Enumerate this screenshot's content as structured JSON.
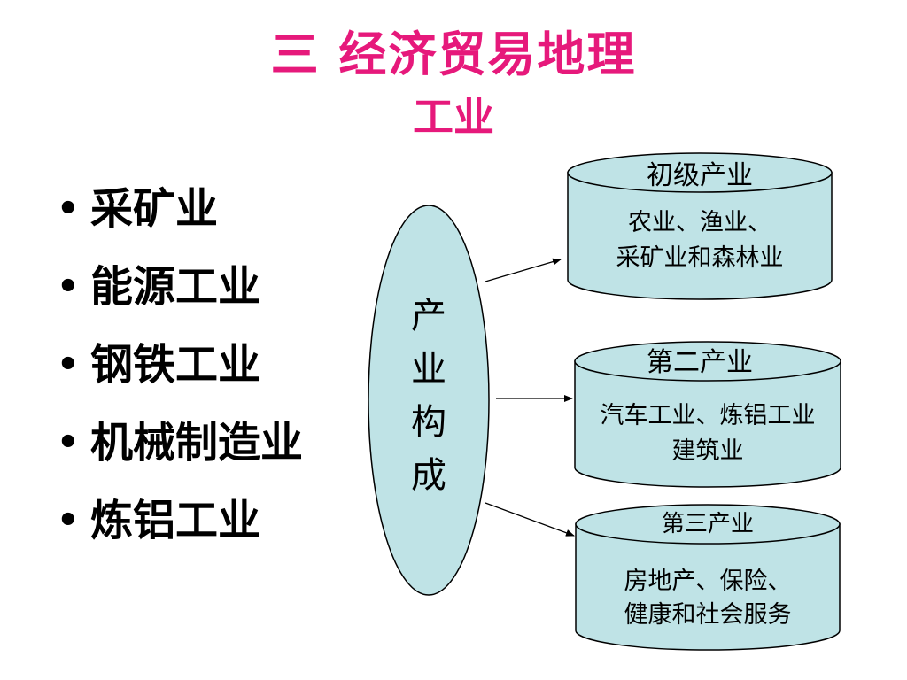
{
  "title": {
    "main": "三 经济贸易地理",
    "sub": "工业"
  },
  "bullet_list": {
    "items": [
      "采矿业",
      "能源工业",
      "钢铁工业",
      "机械制造业",
      "炼铝工业"
    ]
  },
  "diagram": {
    "center_label": "产业构成",
    "center_chars": [
      "产",
      "业",
      "构",
      "成"
    ],
    "nodes": [
      {
        "title": "初级产业",
        "lines": [
          "农业、渔业、",
          "采矿业和森林业"
        ]
      },
      {
        "title": "第二产业",
        "lines": [
          "汽车工业、炼铝工业",
          "建筑业"
        ]
      },
      {
        "title": "第三产业",
        "lines": [
          "房地产、保险、",
          "健康和社会服务"
        ]
      }
    ]
  },
  "colors": {
    "title": "#e6197b",
    "shape_fill": "#bfe3e6",
    "stroke": "#000000"
  }
}
